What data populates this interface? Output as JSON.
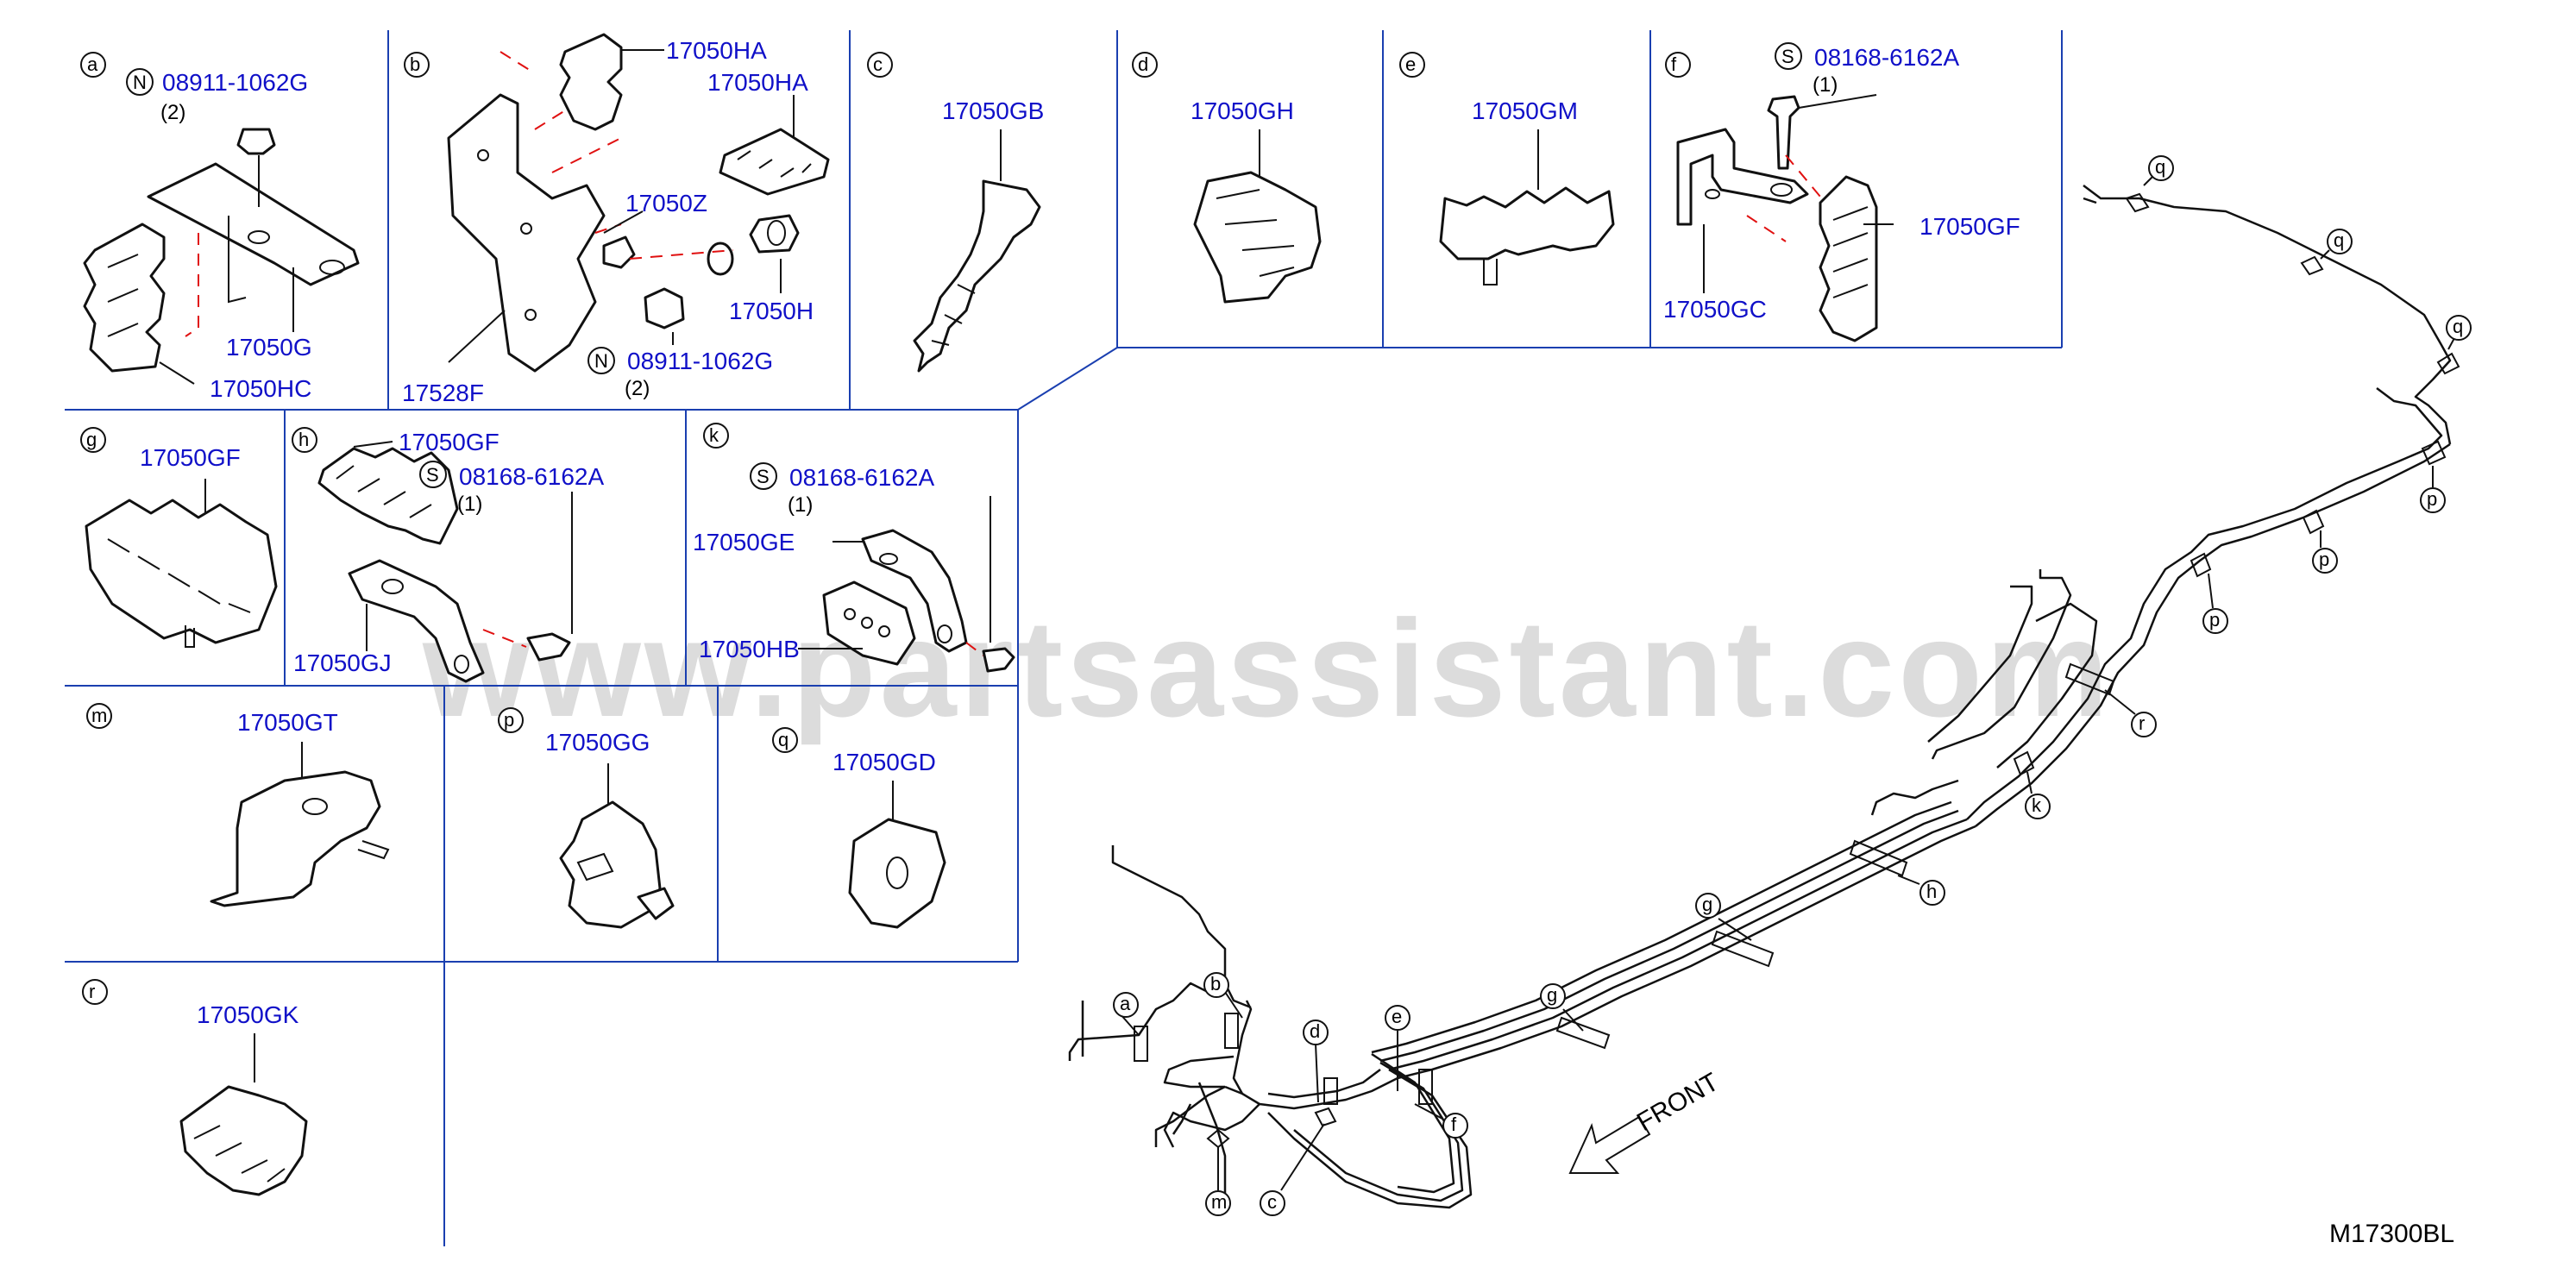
{
  "watermark": "www.partsassistant.com",
  "diagram_code": "M17300BL",
  "front_label": "FRONT",
  "panels": {
    "a": {
      "letter": "a",
      "n_symbol": "N",
      "bolt_part": "08911-1062G",
      "bolt_qty": "(2)",
      "part1": "17050G",
      "part2": "17050HC"
    },
    "b": {
      "letter": "b",
      "part_ha1": "17050HA",
      "part_ha2": "17050HA",
      "part_z": "17050Z",
      "part_h": "17050H",
      "n_symbol": "N",
      "nut_part": "08911-1062G",
      "nut_qty": "(2)",
      "bracket": "17528F"
    },
    "c": {
      "letter": "c",
      "part": "17050GB"
    },
    "d": {
      "letter": "d",
      "part": "17050GH"
    },
    "e": {
      "letter": "e",
      "part": "17050GM"
    },
    "f": {
      "letter": "f",
      "s_symbol": "S",
      "bolt_part": "08168-6162A",
      "bolt_qty": "(1)",
      "part_gf": "17050GF",
      "part_gc": "17050GC"
    },
    "g": {
      "letter": "g",
      "part": "17050GF"
    },
    "h": {
      "letter": "h",
      "part_gf": "17050GF",
      "s_symbol": "S",
      "bolt_part": "08168-6162A",
      "bolt_qty": "(1)",
      "part_gj": "17050GJ"
    },
    "k": {
      "letter": "k",
      "s_symbol": "S",
      "bolt_part": "08168-6162A",
      "bolt_qty": "(1)",
      "part_ge": "17050GE",
      "part_hb": "17050HB"
    },
    "m": {
      "letter": "m",
      "part": "17050GT"
    },
    "p": {
      "letter": "p",
      "part": "17050GG"
    },
    "q": {
      "letter": "q",
      "part": "17050GD"
    },
    "r": {
      "letter": "r",
      "part": "17050GK"
    }
  },
  "main_callouts": [
    "q",
    "q",
    "q",
    "p",
    "p",
    "p",
    "r",
    "k",
    "h",
    "g",
    "g",
    "a",
    "b",
    "d",
    "e",
    "f",
    "m",
    "c"
  ]
}
